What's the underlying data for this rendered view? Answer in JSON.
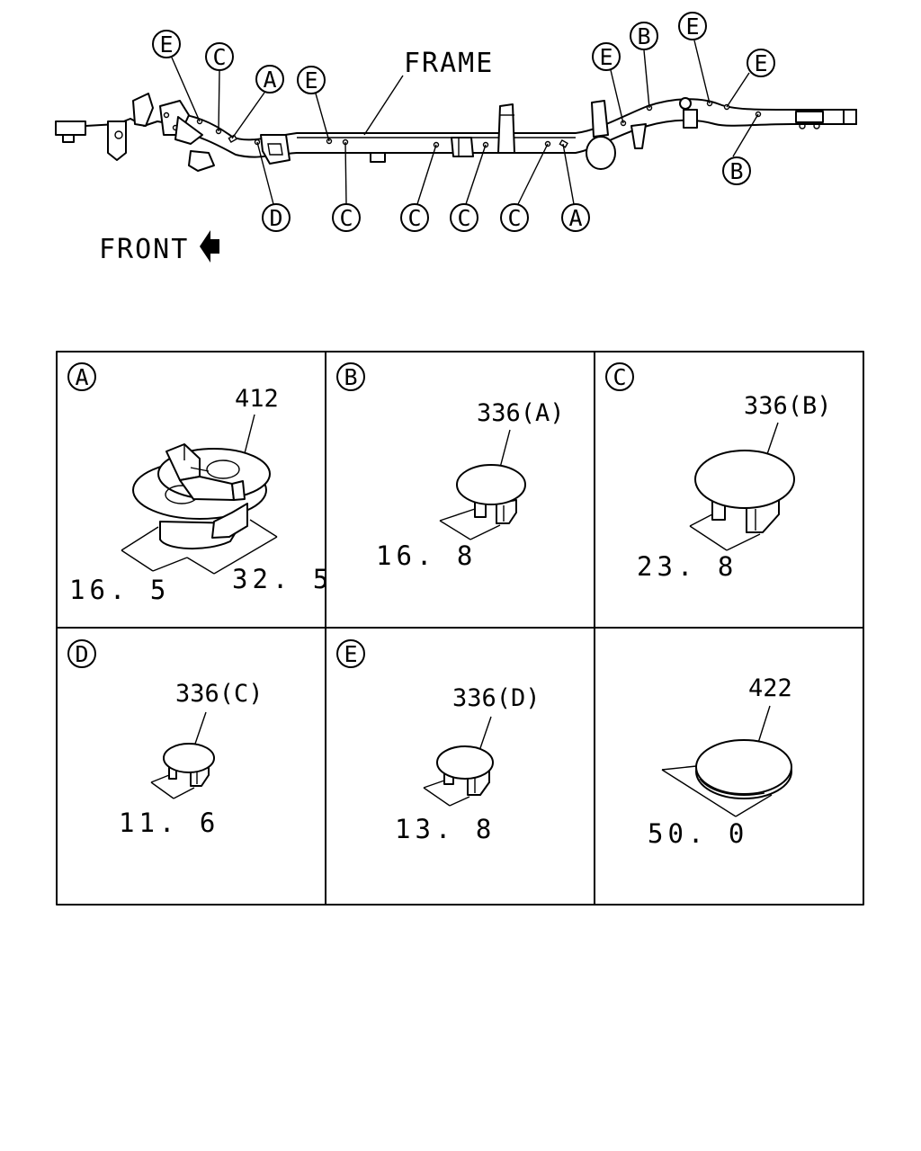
{
  "frame": {
    "title": "FRAME",
    "front_label": "FRONT",
    "callouts": [
      "E",
      "C",
      "A",
      "E",
      "D",
      "C",
      "C",
      "C",
      "C",
      "A",
      "E",
      "B",
      "E",
      "E",
      "B"
    ]
  },
  "panels": [
    {
      "letter": "A",
      "part_no": "412",
      "dims": [
        "16. 5",
        "32. 5"
      ]
    },
    {
      "letter": "B",
      "part_no": "336(A)",
      "dims": [
        "16. 8"
      ]
    },
    {
      "letter": "C",
      "part_no": "336(B)",
      "dims": [
        "23. 8"
      ]
    },
    {
      "letter": "D",
      "part_no": "336(C)",
      "dims": [
        "11. 6"
      ]
    },
    {
      "letter": "E",
      "part_no": "336(D)",
      "dims": [
        "13. 8"
      ]
    },
    {
      "letter": "",
      "part_no": "422",
      "dims": [
        "50. 0"
      ]
    }
  ]
}
